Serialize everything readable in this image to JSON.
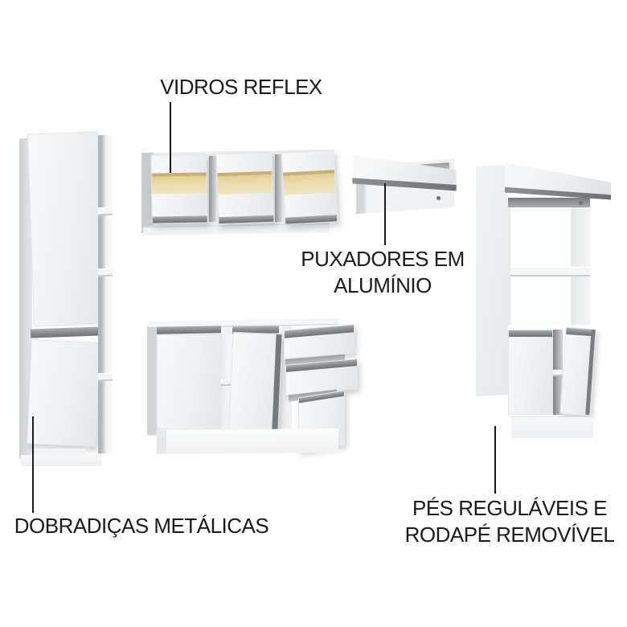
{
  "annotations": {
    "vidros_reflex": {
      "lines": [
        "VIDROS REFLEX"
      ]
    },
    "puxadores_aluminio": {
      "lines": [
        "PUXADORES EM",
        "ALUMÍNIO"
      ]
    },
    "dobradicas_metalicas": {
      "lines": [
        "DOBRADIÇAS METÁLICAS"
      ]
    },
    "pes_regulaveis": {
      "lines": [
        "PÉS REGULÁVEIS E",
        "RODAPÉ REMOVÍVEL"
      ]
    }
  },
  "colors": {
    "background": "#ffffff",
    "text": "#1b1b1b",
    "leader_line": "#1a1a1a",
    "cabinet_white": "#f4f5f7",
    "cabinet_side_gray": "#d2d5d8",
    "aluminum_handle_gray": "#8b8f93",
    "reflex_glass_tan": "#e8d39c"
  }
}
